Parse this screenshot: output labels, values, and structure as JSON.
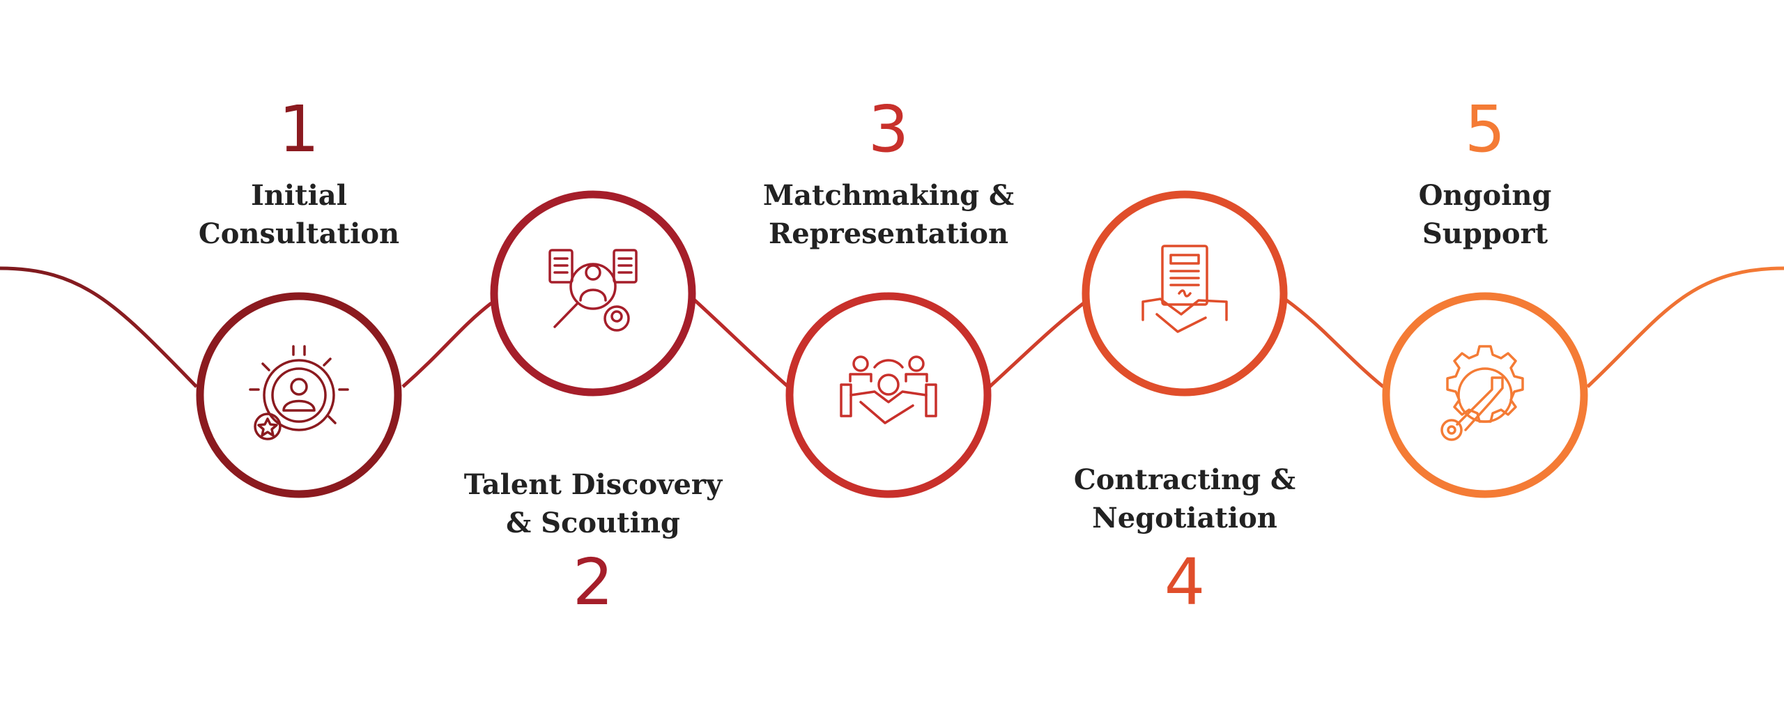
{
  "steps": [
    {
      "number": "1",
      "title_line1": "Initial",
      "title_line2": "Consultation",
      "icon": "gear-person-star-icon",
      "color": "#8B1A1F"
    },
    {
      "number": "2",
      "title_line1": "Talent Discovery",
      "title_line2": "& Scouting",
      "icon": "magnifier-person-documents-icon",
      "color": "#A51E2A"
    },
    {
      "number": "3",
      "title_line1": "Matchmaking &",
      "title_line2": "Representation",
      "icon": "handshake-team-gear-icon",
      "color": "#C8302B"
    },
    {
      "number": "4",
      "title_line1": "Contracting &",
      "title_line2": "Negotiation",
      "icon": "contract-handshake-icon",
      "color": "#E04E2B"
    },
    {
      "number": "5",
      "title_line1": "Ongoing",
      "title_line2": "Support",
      "icon": "gear-wrench-icon",
      "color": "#F47B35"
    }
  ]
}
